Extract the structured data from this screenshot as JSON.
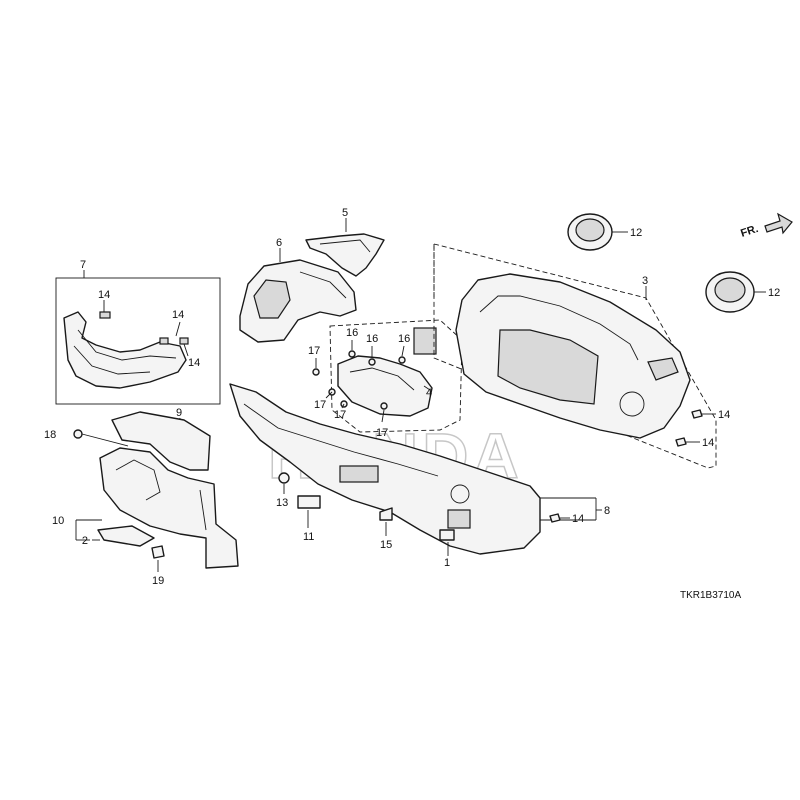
{
  "diagram": {
    "code": "TKR1B3710A",
    "watermark": "HONDA",
    "direction_label": "FR.",
    "labels": {
      "p1": "1",
      "p2": "2",
      "p3": "3",
      "p4": "4",
      "p5": "5",
      "p6": "6",
      "p7": "7",
      "p8": "8",
      "p9": "9",
      "p10": "10",
      "p11": "11",
      "p12a": "12",
      "p12b": "12",
      "p13": "13",
      "p14_7a": "14",
      "p14_7b": "14",
      "p14_7c": "14",
      "p14_3a": "14",
      "p14_3b": "14",
      "p14_8": "14",
      "p15": "15",
      "p16a": "16",
      "p16b": "16",
      "p16c": "16",
      "p17a": "17",
      "p17b": "17",
      "p17c": "17",
      "p17d": "17",
      "p18": "18",
      "p19": "19"
    }
  }
}
